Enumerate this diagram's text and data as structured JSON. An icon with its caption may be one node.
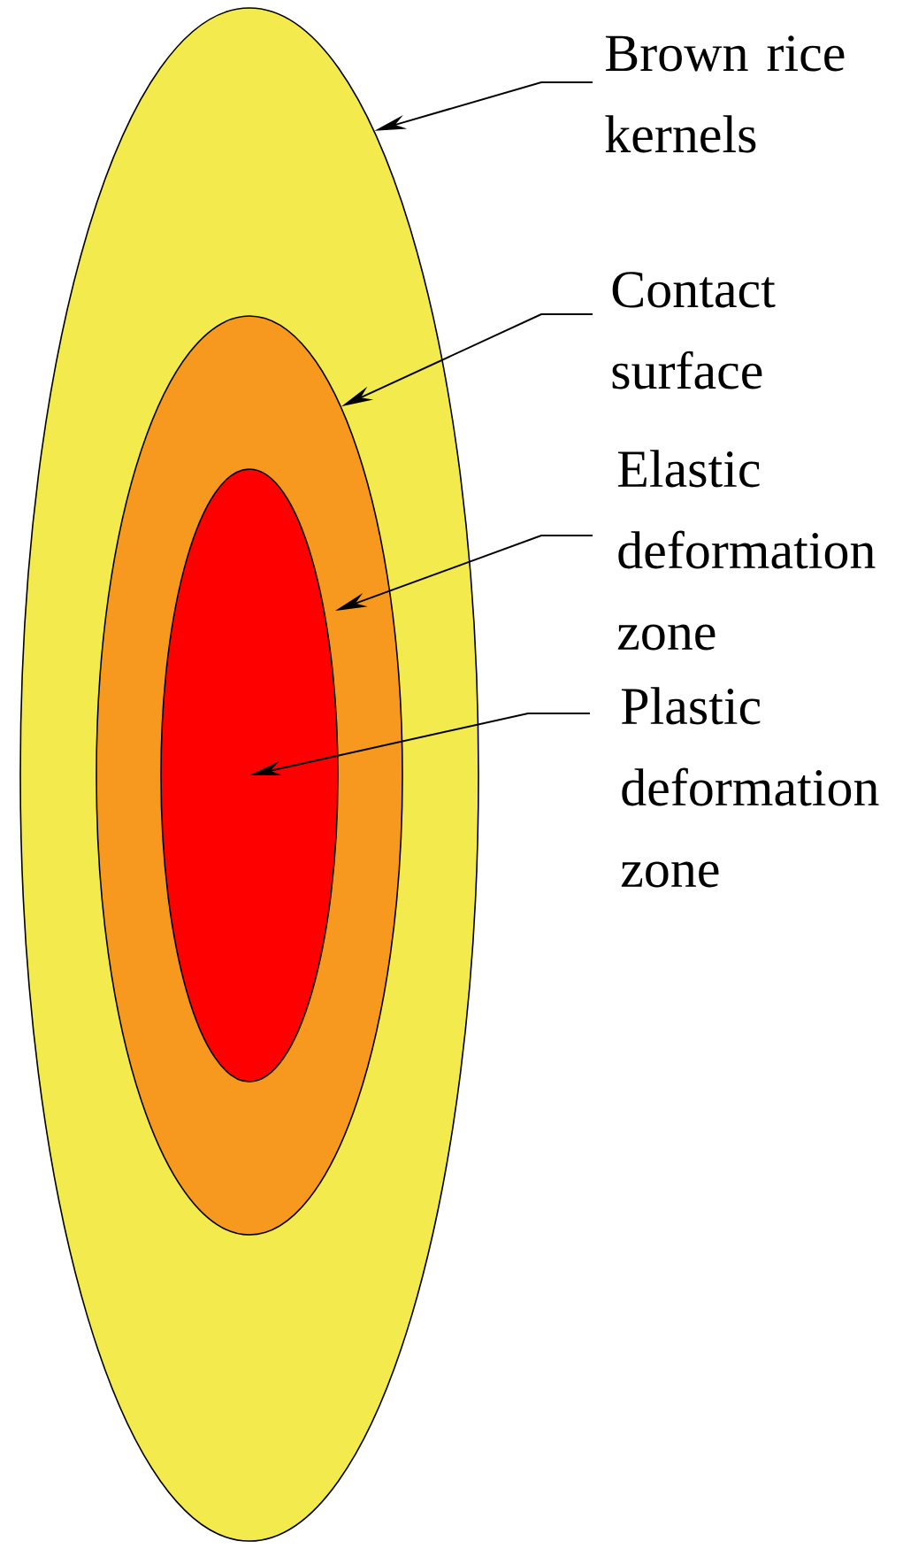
{
  "diagram": {
    "nodes": [
      {
        "text": [],
        "shape": "ellipse"
      },
      {
        "text": [],
        "shape": "ellipse",
        "in": 0
      },
      {
        "text": [],
        "shape": "ellipse",
        "in": 1
      },
      {
        "text": [
          "Brown rice kernels"
        ]
      },
      {
        "text": [
          "Contact surface"
        ]
      },
      {
        "text": [
          "Elastic deformation zone"
        ]
      },
      {
        "text": [
          "Plastic deformation zone"
        ]
      }
    ],
    "edges": [
      {
        "from": 3,
        "to": 0,
        "arrow": "to"
      },
      {
        "from": 4,
        "to": 1,
        "arrow": "to"
      },
      {
        "from": 5,
        "to": 1,
        "arrow": "to"
      },
      {
        "from": 6,
        "to": 2,
        "arrow": "to"
      }
    ]
  }
}
